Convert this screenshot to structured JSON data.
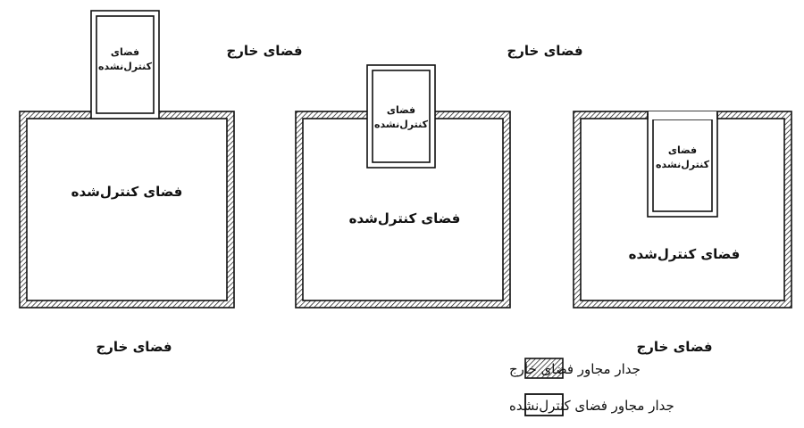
{
  "labels": {
    "outside_space": "فضای خارج",
    "controlled_space": "فضای کنترل‌شده",
    "uncontrolled_line1": "فضای",
    "uncontrolled_line2": "کنترل‌نشده"
  },
  "legend": {
    "items": [
      {
        "label": "جدار مجاور فضای خارج",
        "swatch": "hatched"
      },
      {
        "label": "جدار مجاور فضای کنترل‌نشده",
        "swatch": "plain"
      }
    ]
  },
  "colors": {
    "line": "#111111",
    "background": "#ffffff"
  }
}
